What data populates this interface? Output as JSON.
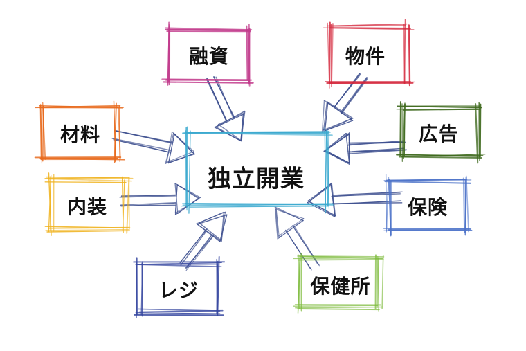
{
  "center": {
    "label": "独立開業",
    "color": "#3aa9cf"
  },
  "nodes": [
    {
      "key": "yushi",
      "label": "融資",
      "color": "#c23b8c"
    },
    {
      "key": "bukken",
      "label": "物件",
      "color": "#d4253a"
    },
    {
      "key": "zairyo",
      "label": "材料",
      "color": "#e8691b"
    },
    {
      "key": "kokoku",
      "label": "広告",
      "color": "#3f6a1e"
    },
    {
      "key": "naiso",
      "label": "内装",
      "color": "#f0b31e"
    },
    {
      "key": "hoken",
      "label": "保険",
      "color": "#4d73c9"
    },
    {
      "key": "reji",
      "label": "レジ",
      "color": "#3647a0"
    },
    {
      "key": "hokenjo",
      "label": "保健所",
      "color": "#7dbb3b"
    }
  ],
  "arrow_color": "#3d4f8f"
}
